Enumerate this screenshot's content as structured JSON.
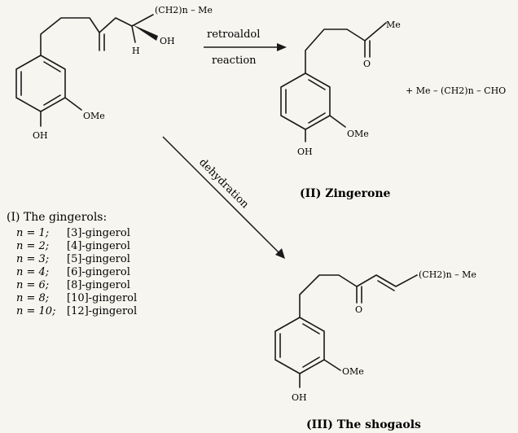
{
  "compounds": {
    "gingerol": {
      "caption": "(I) The gingerols:",
      "chain_label": "(CH2)n – Me",
      "oh_label": "OH",
      "h_label": "H",
      "ome_label": "OMe",
      "phenol_label": "OH",
      "rows": [
        {
          "n": "n = 1;",
          "name": "[3]-gingerol"
        },
        {
          "n": "n = 2;",
          "name": "[4]-gingerol"
        },
        {
          "n": "n = 3;",
          "name": "[5]-gingerol"
        },
        {
          "n": "n = 4;",
          "name": "[6]-gingerol"
        },
        {
          "n": "n = 6;",
          "name": "[8]-gingerol"
        },
        {
          "n": "n = 8;",
          "name": "[10]-gingerol"
        },
        {
          "n": "n = 10;",
          "name": "[12]-gingerol"
        }
      ]
    },
    "zingerone": {
      "caption": "(II) Zingerone",
      "me_label": "Me",
      "o_label": "O",
      "ome_label": "OMe",
      "phenol_label": "OH"
    },
    "aldehyde": {
      "label": "+ Me – (CH2)n – CHO"
    },
    "shogaol": {
      "caption": "(III) The shogaols",
      "chain_label": "(CH2)n – Me",
      "o_label": "O",
      "ome_label": "OMe",
      "phenol_label": "OH"
    }
  },
  "reactions": {
    "retroaldol_line1": "retroaldol",
    "retroaldol_line2": "reaction",
    "dehydration": "dehydration"
  }
}
